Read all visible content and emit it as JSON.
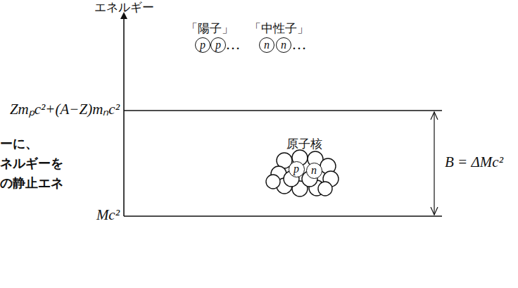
{
  "diagram": {
    "nodes": [
      {
        "text": [
          "p"
        ]
      },
      {
        "text": [
          "p"
        ]
      },
      {
        "text": [
          "n"
        ]
      },
      {
        "text": [
          "n"
        ]
      },
      {
        "text": [
          "p"
        ]
      },
      {
        "text": [
          "n"
        ]
      }
    ],
    "labels": [
      "エネルギー",
      "「陽子」",
      "「中性子」",
      "…",
      "…",
      "Zmₚc²+(A−Z)mₙc²",
      "Mc²",
      "原子核",
      "B = ΔMc²",
      "ーに、",
      "ネルギーを",
      "の静止エネ"
    ]
  }
}
